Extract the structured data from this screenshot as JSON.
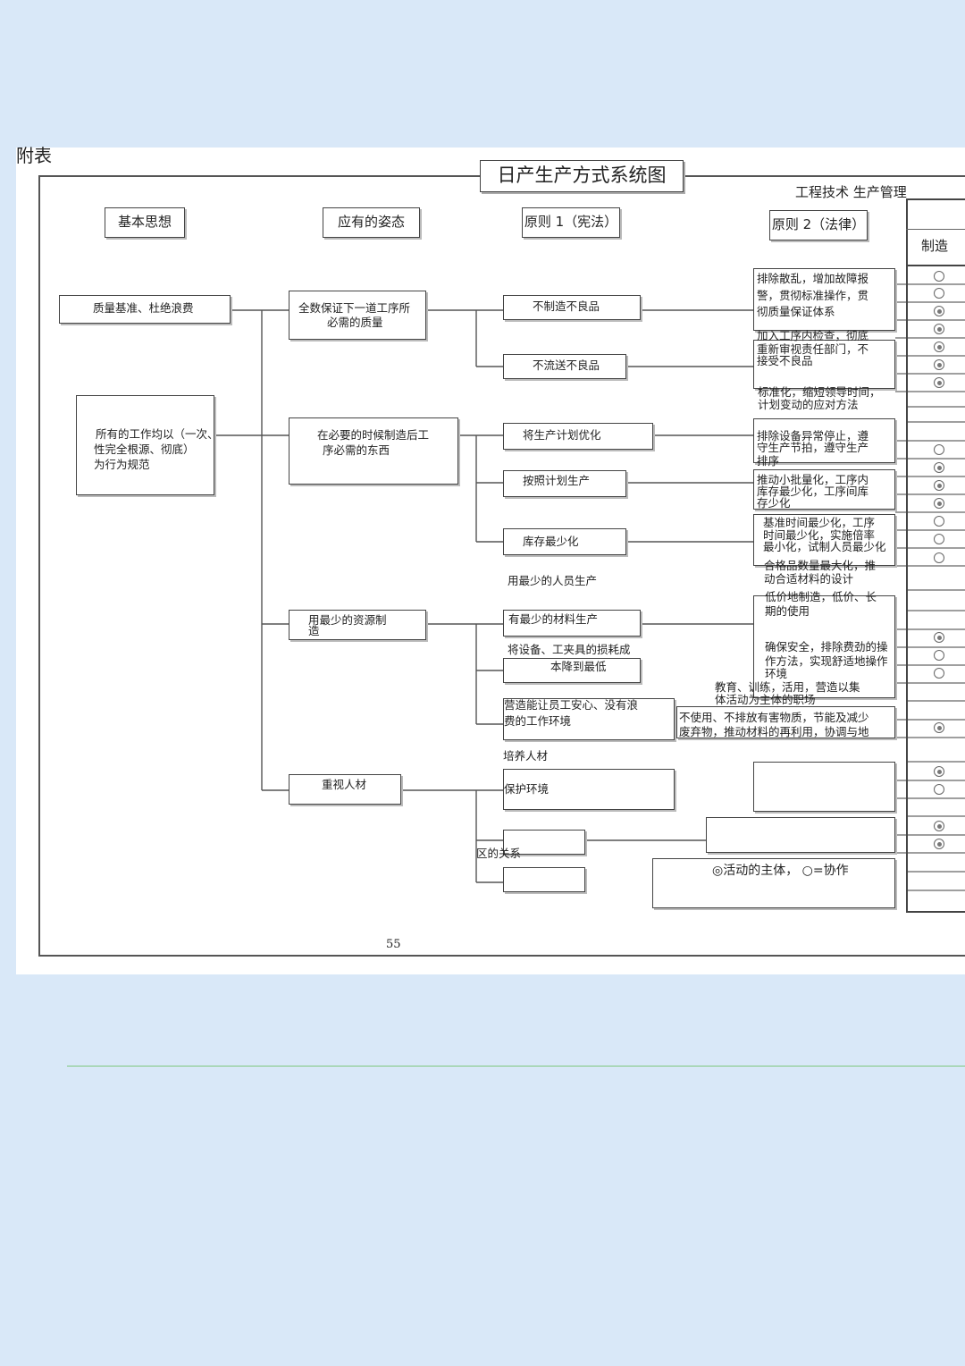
{
  "page_label": "附表",
  "title": "日产生产方式系统图",
  "top_right": "工程技术 生产管理",
  "headers": {
    "col1": "基本思想",
    "col2": "应有的姿态",
    "col3": "原则 1（宪法）",
    "col4": "原则 2（法律）",
    "col5": "制造"
  },
  "col1": {
    "quality": "质量基准、杜绝浪费",
    "rule_line1": "所有的工作均以（一次、",
    "rule_line2": "性完全根源、彻底）",
    "rule_line3": "为行为规范"
  },
  "col2": {
    "a_line1": "全数保证下一道工序所",
    "a_line2": "必需的质量",
    "b_line1": "在必要的时候制造后工",
    "b_line2": "序必需的东西",
    "c_line1": "用最少的资源制",
    "c_line2": "造",
    "d": "重视人材"
  },
  "col3": {
    "p1": "不制造不良品",
    "p2": "不流送不良品",
    "p3": "将生产计划优化",
    "p4": "按照计划生产",
    "p5": "库存最少化",
    "p6": "用最少的人员生产",
    "p7": "有最少的材料生产",
    "p8_line1": "将设备、工夹具的损耗成",
    "p8_line2": "本降到最低",
    "p9_line1": "营造能让员工安心、没有浪",
    "p9_line2": "费的工作环境",
    "p10": "培养人材",
    "p11": "保护环境",
    "p12": "区的关系"
  },
  "col4": {
    "r1_line1": "排除散乱，增加故障报",
    "r1_line2": "警，贯彻标准操作，贯",
    "r1_line3": "彻质量保证体系",
    "r2_line1": "加入工序内检查，彻底",
    "r2_line2": "重新审视责任部门，不",
    "r2_line3": "接受不良品",
    "r3_line1": "标准化，缩短领导时间，",
    "r3_line2": "计划变动的应对方法",
    "r4_line1": "排除设备异常停止，遵",
    "r4_line2": "守生产节拍，遵守生产",
    "r4_line3": "排序",
    "r5_line1": "推动小批量化，工序内",
    "r5_line2": "库存最少化，工序间库",
    "r5_line3": "存少化",
    "r6_line1": "基准时间最少化，工序",
    "r6_line2": "时间最少化，实施倍率",
    "r6_line3": "最小化，试制人员最少化",
    "r7_line1": "合格品数量最大化，推",
    "r7_line2": "动合适材料的设计",
    "r8_line1": "低价地制造，低价、长",
    "r8_line2": "期的使用",
    "r9_line1": "确保安全，排除费劲的操",
    "r9_line2": "作方法，实现舒适地操作",
    "r9_line3": "环境",
    "r10_line1": "教育、训练，活用，营造以集",
    "r10_line2": "体活动为主体的职场",
    "r11_line1": "不使用、不排放有害物质，节能及减少",
    "r11_line2": "废弃物，推动材料的再利用，协调与地",
    "legend": "◎活动的主体， ○=协作"
  },
  "marks": [
    "open",
    "open",
    "filled",
    "filled",
    "filled",
    "filled",
    "filled",
    "open",
    "filled",
    "filled",
    "filled",
    "open",
    "open",
    "open",
    "filled",
    "open",
    "open",
    "filled",
    "filled",
    "open",
    "filled",
    "filled"
  ],
  "page_number": "55"
}
